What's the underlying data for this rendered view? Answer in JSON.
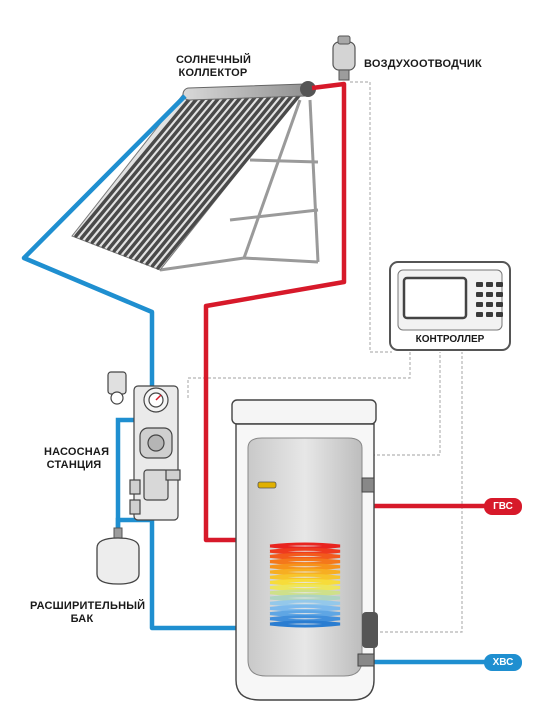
{
  "labels": {
    "collector": [
      "СОЛНЕЧНЫЙ",
      "КОЛЛЕКТОР"
    ],
    "air_vent": "ВОЗДУХООТВОДЧИК",
    "controller": "КОНТРОЛЛЕР",
    "pump_station": [
      "НАСОСНАЯ",
      "СТАНЦИЯ"
    ],
    "expansion_tank": [
      "РАСШИРИТЕЛЬНЫЙ",
      "БАК"
    ],
    "hot_water": "ГВС",
    "cold_water": "ХВС"
  },
  "colors": {
    "hot_pipe": "#d7192a",
    "cold_pipe": "#1f8fd0",
    "signal_line": "#b5b5b5",
    "hot_badge": "#d7192a",
    "cold_badge": "#1f8fd0"
  },
  "icons": {
    "collector": "solar-collector-icon",
    "air_vent": "air-vent-icon",
    "controller": "controller-icon",
    "pump_station": "pump-station-icon",
    "expansion_tank": "expansion-tank-icon",
    "boiler": "boiler-tank-icon"
  }
}
